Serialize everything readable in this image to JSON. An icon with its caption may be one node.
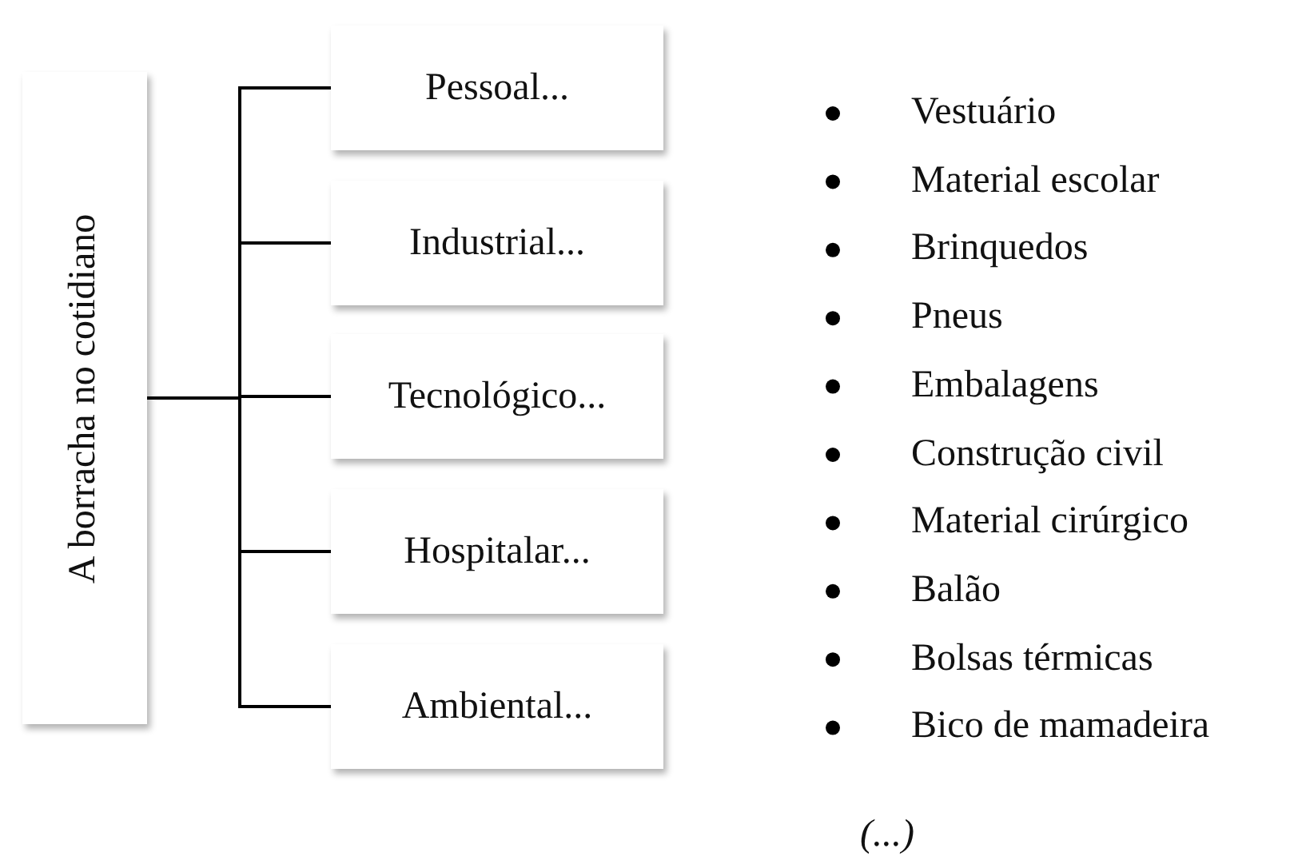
{
  "diagram": {
    "nodes": [
      {
        "text": [
          "A borracha no cotidiano"
        ]
      },
      {
        "text": [
          "Pessoal..."
        ]
      },
      {
        "text": [
          "Industrial..."
        ]
      },
      {
        "text": [
          "Tecnológico..."
        ]
      },
      {
        "text": [
          "Hospitalar..."
        ]
      },
      {
        "text": [
          "Ambiental..."
        ]
      }
    ],
    "edges": [
      {
        "from": 0,
        "to": 1,
        "arrow": "none"
      },
      {
        "from": 0,
        "to": 2,
        "arrow": "none"
      },
      {
        "from": 0,
        "to": 3,
        "arrow": "none"
      },
      {
        "from": 0,
        "to": 4,
        "arrow": "none"
      },
      {
        "from": 0,
        "to": 5,
        "arrow": "none"
      }
    ],
    "labels": [
      "Vestuário",
      "Material escolar",
      "Brinquedos",
      "Pneus",
      "Embalagens",
      "Construção civil",
      "Material cirúrgico",
      "Balão",
      "Bolsas térmicas",
      "Bico de mamadeira",
      "(...)"
    ]
  }
}
